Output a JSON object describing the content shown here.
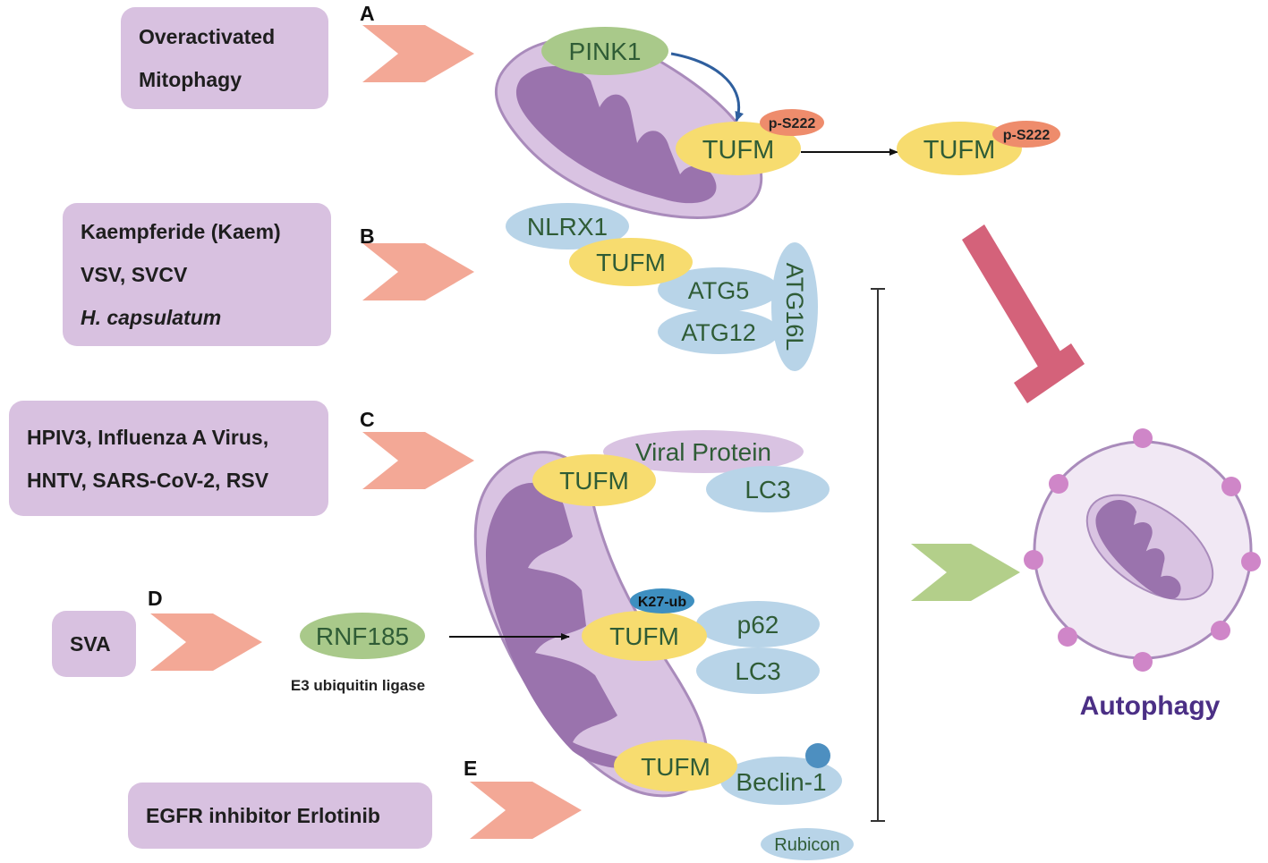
{
  "panels": {
    "a": {
      "letter": "A",
      "lines": [
        "Overactivated",
        "Mitophagy"
      ]
    },
    "b": {
      "letter": "B",
      "lines": [
        "Kaempferide (Kaem)",
        "VSV, SVCV",
        "H. capsulatum"
      ]
    },
    "c": {
      "letter": "C",
      "lines": [
        "HPIV3, Influenza A Virus,",
        "HNTV, SARS-CoV-2, RSV"
      ]
    },
    "d": {
      "letter": "D",
      "lines": [
        "SVA"
      ]
    },
    "e": {
      "letter": "E",
      "lines": [
        "EGFR inhibitor Erlotinib"
      ]
    }
  },
  "proteins": {
    "pink1": "PINK1",
    "tufm": "TUFM",
    "p_s222": "p-S222",
    "nlrx1": "NLRX1",
    "atg5": "ATG5",
    "atg12": "ATG12",
    "atg16l": "ATG16L",
    "viral_protein": "Viral Protein",
    "lc3": "LC3",
    "k27_ub": "K27-ub",
    "p62": "p62",
    "rnf185": "RNF185",
    "e3_ligase": "E3 ubiquitin ligase",
    "beclin1": "Beclin-1",
    "rubicon": "Rubicon"
  },
  "outcome": {
    "label": "Autophagy"
  },
  "colors": {
    "box": "#d8c1e0",
    "pink_arrow": "#f3a896",
    "green_arrow": "#b3cf8a",
    "inhibit": "#d4627a",
    "tufm": "#f7dc6f",
    "blue_protein": "#b8d4e8",
    "green_protein": "#a9c98a",
    "phospho": "#ee8c6c",
    "ubiquitin": "#3e8fc0",
    "mito_outer": "#d9c3e2",
    "mito_inner": "#9a73ad",
    "autophagy_text": "#4b2f85"
  }
}
